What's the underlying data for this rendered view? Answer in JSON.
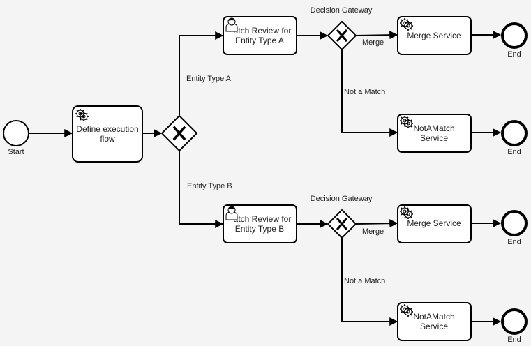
{
  "events": {
    "start": {
      "label": "Start"
    },
    "end_a_merge": {
      "label": "End"
    },
    "end_a_notmatch": {
      "label": "End"
    },
    "end_b_merge": {
      "label": "End"
    },
    "end_b_notmatch": {
      "label": "End"
    }
  },
  "tasks": {
    "define": {
      "line1": "Define execution",
      "line2": "flow",
      "icon": "gear-icon"
    },
    "review_a": {
      "line1": "atch Review for",
      "line2": "Entity Type A",
      "icon": "user-icon"
    },
    "review_b": {
      "line1": "atch Review for",
      "line2": "Entity Type B",
      "icon": "user-icon"
    },
    "merge_a": {
      "line1": "Merge Service",
      "icon": "gear-icon"
    },
    "merge_b": {
      "line1": "Merge Service",
      "icon": "gear-icon"
    },
    "notmatch_a": {
      "line1": "NotAMatch",
      "line2": "Service",
      "icon": "gear-icon"
    },
    "notmatch_b": {
      "line1": "NotAMatch",
      "line2": "Service",
      "icon": "gear-icon"
    }
  },
  "gateways": {
    "decision_a": {
      "label": "Decision Gateway"
    },
    "decision_b": {
      "label": "Decision Gateway"
    }
  },
  "flows": {
    "entity_a": "Entity Type A",
    "entity_b": "Entity Type B",
    "merge_a": "Merge",
    "merge_b": "Merge",
    "notmatch_a": "Not a Match",
    "notmatch_b": "Not a Match"
  }
}
